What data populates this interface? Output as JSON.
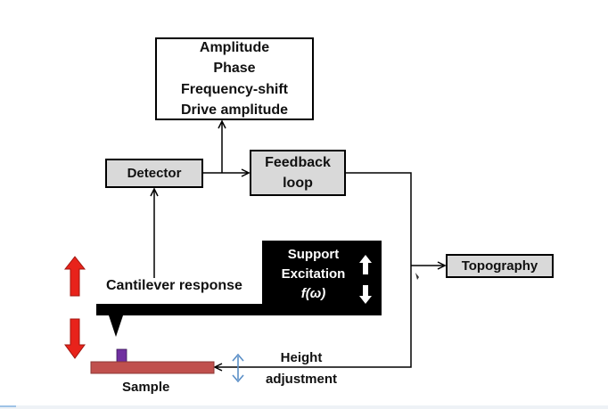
{
  "outputs": {
    "lines": [
      "Amplitude",
      "Phase",
      "Frequency-shift",
      "Drive amplitude"
    ]
  },
  "detector": {
    "label": "Detector"
  },
  "feedback": {
    "line1": "Feedback",
    "line2": "loop"
  },
  "topography": {
    "label": "Topography"
  },
  "support": {
    "line1": "Support",
    "line2": "Excitation",
    "line3": "f(ω)"
  },
  "cantilever": {
    "label": "Cantilever response"
  },
  "sample": {
    "label": "Sample"
  },
  "height": {
    "line1": "Height",
    "line2": "adjustment"
  },
  "colors": {
    "red_arrow": "#e8231b",
    "sample_bar": "#c0504d",
    "tip": "#7030a0",
    "blue_arrow": "#5b8fc7",
    "box_grey": "#d9d9d9",
    "support_bg": "#000000"
  }
}
